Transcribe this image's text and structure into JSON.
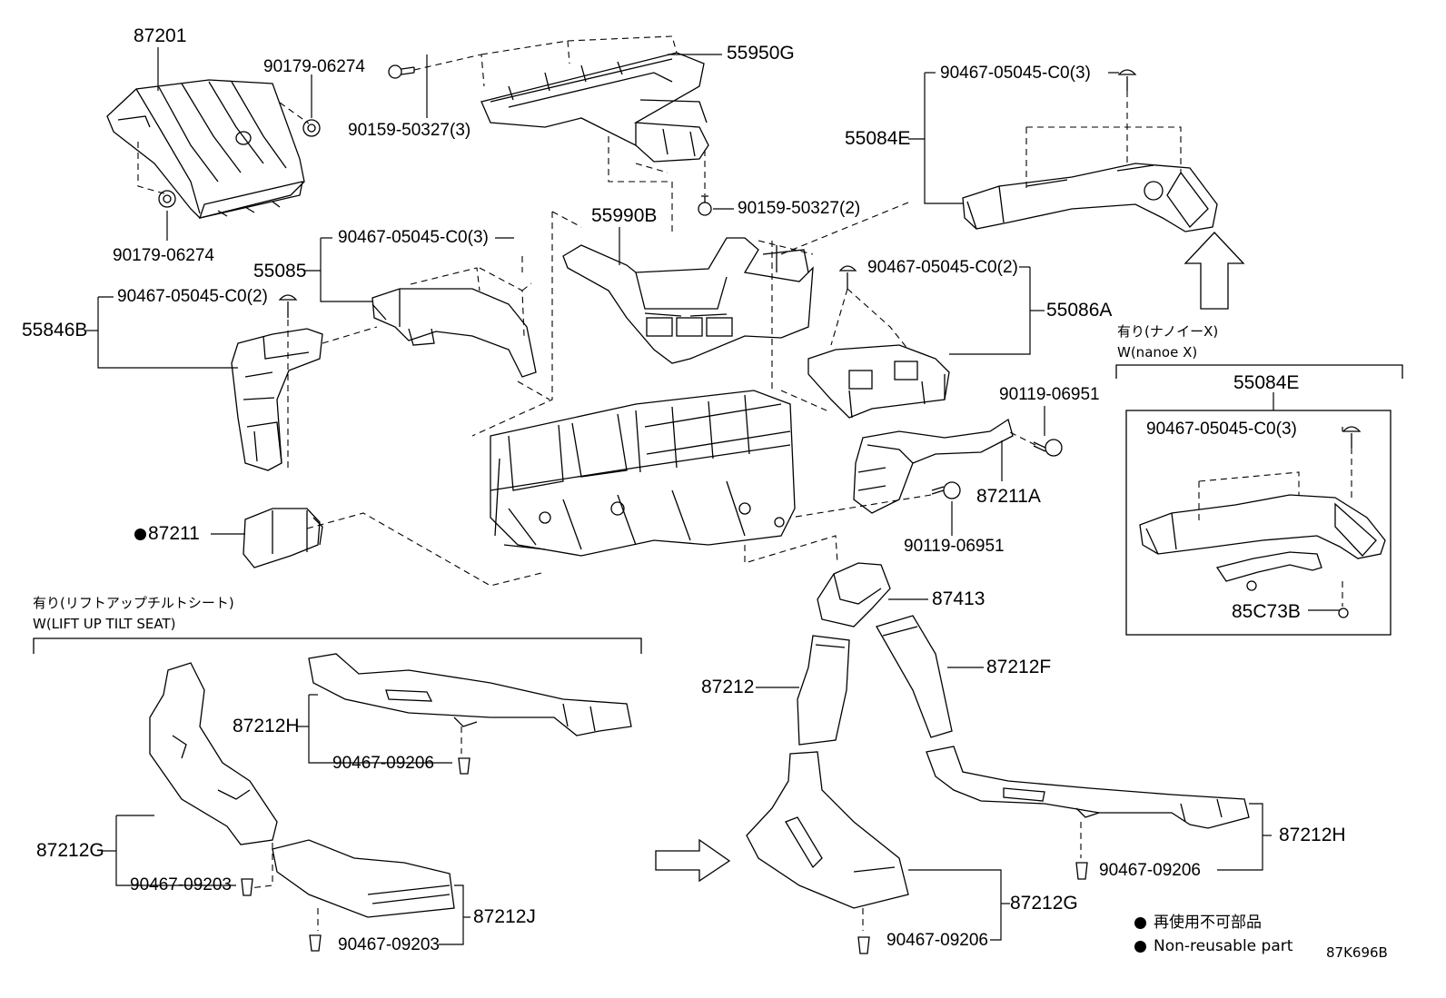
{
  "labels": {
    "p87201": "87201",
    "p90179_06274_top": "90179-06274",
    "p90179_06274_bottom": "90179-06274",
    "p90159_50327_3": "90159-50327(3)",
    "p55950G": "55950G",
    "p90159_50327_2": "90159-50327(2)",
    "p55990B": "55990B",
    "p90467_05045_C0_3_mid": "90467-05045-C0(3)",
    "p55085": "55085",
    "p90467_05045_C0_2_left": "90467-05045-C0(2)",
    "p55846B": "55846B",
    "p90467_05045_C0_3_top_right": "90467-05045-C0(3)",
    "p55084E_top": "55084E",
    "p90467_05045_C0_2_right": "90467-05045-C0(2)",
    "p55086A": "55086A",
    "p90119_06951_top": "90119-06951",
    "p87211A": "87211A",
    "p90119_06951_bottom": "90119-06951",
    "p87211": "87211",
    "p87413": "87413",
    "p87212": "87212",
    "p87212F": "87212F",
    "p87212H_left": "87212H",
    "p90467_09206_left": "90467-09206",
    "p87212G_left": "87212G",
    "p90467_09203_a": "90467-09203",
    "p87212J": "87212J",
    "p90467_09203_b": "90467-09203",
    "p87212H_right": "87212H",
    "p90467_09206_right": "90467-09206",
    "p87212G_right": "87212G",
    "p90467_09206_bottom": "90467-09206",
    "p55084E_box": "55084E",
    "p90467_05045_C0_3_box": "90467-05045-C0(3)",
    "p85C73B": "85C73B"
  },
  "notes": {
    "lift_jp": "有り(リフトアップチルトシート)",
    "lift_en": "W(LIFT UP TILT SEAT)",
    "nanoe_jp": "有り(ナノイーX)",
    "nanoe_en": "W(nanoe X)"
  },
  "legend": {
    "jp": "再使用不可部品",
    "en": "Non-reusable part"
  },
  "diagram_code": "87K696B"
}
